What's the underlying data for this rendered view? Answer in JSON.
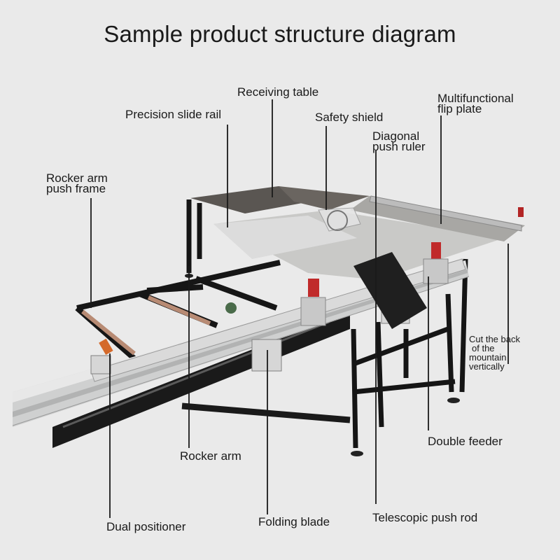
{
  "title": "Sample product structure diagram",
  "labels": {
    "receiving_table": "Receiving table",
    "precision_slide_rail": "Precision slide rail",
    "safety_shield": "Safety shield",
    "multifunctional_flip_plate_1": "Multifunctional",
    "multifunctional_flip_plate_2": "flip plate",
    "diagonal_push_ruler_1": "Diagonal",
    "diagonal_push_ruler_2": "push ruler",
    "rocker_arm_push_frame_1": "Rocker arm",
    "rocker_arm_push_frame_2": "push frame",
    "cut_back_1": "Cut the back",
    "cut_back_2": "of the",
    "cut_back_3": "mountain",
    "cut_back_4": "vertically",
    "double_feeder": "Double feeder",
    "rocker_arm": "Rocker arm",
    "dual_positioner": "Dual positioner",
    "folding_blade": "Folding blade",
    "telescopic_push_rod": "Telescopic push rod"
  }
}
